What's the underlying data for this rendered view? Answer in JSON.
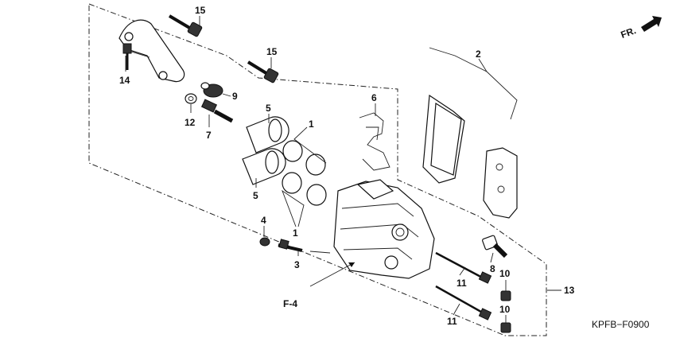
{
  "diagram": {
    "callouts": {
      "c15a": "15",
      "c15b": "15",
      "c14": "14",
      "c9": "9",
      "c12": "12",
      "c7": "7",
      "c5a": "5",
      "c5b": "5",
      "c1a": "1",
      "c1b": "1",
      "c4": "4",
      "c3": "3",
      "c6": "6",
      "c2": "2",
      "c8": "8",
      "c10a": "10",
      "c10b": "10",
      "c11a": "11",
      "c11b": "11",
      "c13": "13"
    },
    "direction_label": "FR.",
    "reference_label": "F-4",
    "diagram_code": "KPFB−F0900"
  }
}
